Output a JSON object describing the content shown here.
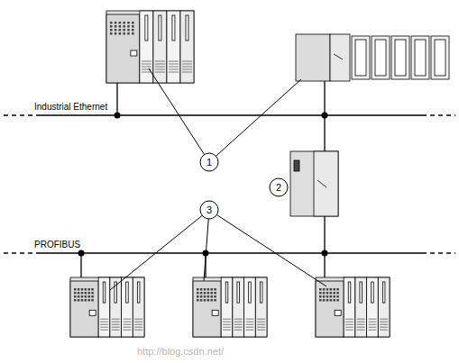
{
  "diagram": {
    "labels": [
      "Industrial Ethernet",
      "PROFIBUS",
      "1",
      "2",
      "3",
      "http://blog.csdn.net/"
    ]
  }
}
